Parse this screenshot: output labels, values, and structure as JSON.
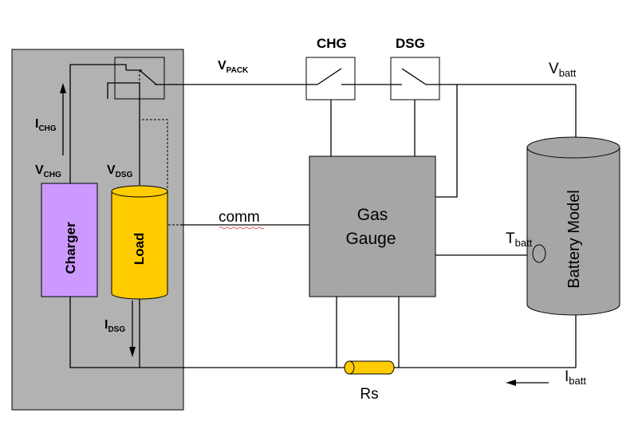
{
  "labels": {
    "chg_switch": "CHG",
    "dsg_switch": "DSG",
    "vpack_main": "V",
    "vpack_sub": "PACK",
    "vbatt_main": "V",
    "vbatt_sub": "batt",
    "ichg_main": "I",
    "ichg_sub": "CHG",
    "vchg_main": "V",
    "vchg_sub": "CHG",
    "vdsg_main": "V",
    "vdsg_sub": "DSG",
    "idsg_main": "I",
    "idsg_sub": "DSG",
    "comm": "comm",
    "gas_gauge_line1": "Gas",
    "gas_gauge_line2": "Gauge",
    "tbatt_main": "T",
    "tbatt_sub": "batt",
    "ibatt_main": "I",
    "ibatt_sub": "batt",
    "rs": "Rs",
    "charger": "Charger",
    "load": "Load",
    "battery_model": "Battery Model"
  },
  "colors": {
    "panel": "#b2b2b2",
    "gas_gauge": "#a6a6a6",
    "battery": "#a6a6a6",
    "charger": "#cc99ff",
    "load": "#ffcc00",
    "rs": "#ffcc00"
  }
}
